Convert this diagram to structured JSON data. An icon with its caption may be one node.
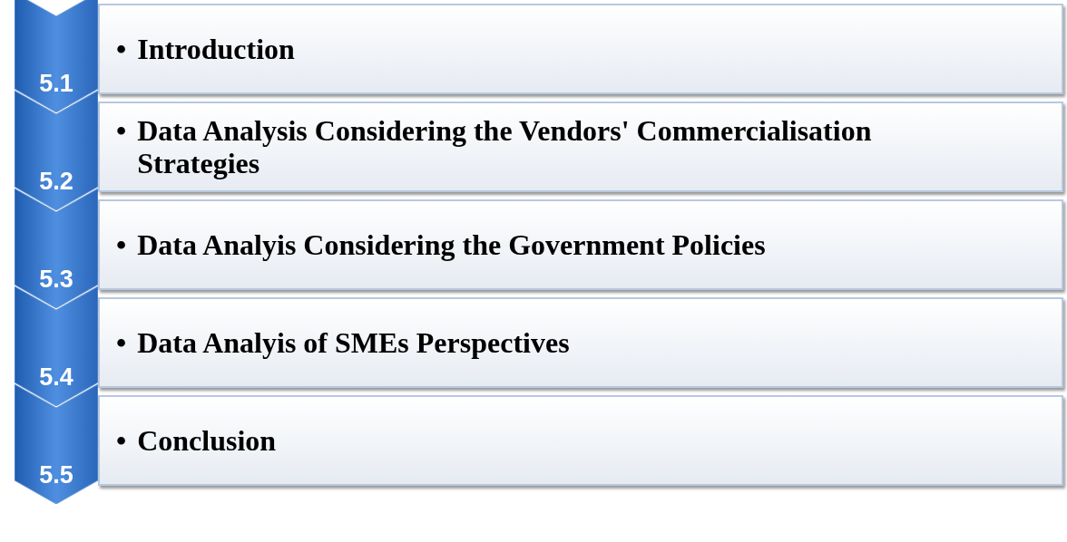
{
  "diagram": {
    "nodes": [
      {
        "text": [
          "5.1"
        ]
      },
      {
        "text": [
          "•",
          "Introduction"
        ]
      },
      {
        "text": [
          "5.2"
        ]
      },
      {
        "text": [
          "•",
          "Data Analysis Considering the Vendors' Commercialisation Strategies"
        ]
      },
      {
        "text": [
          "5.3"
        ]
      },
      {
        "text": [
          "•",
          "Data Analyis Considering the Government Policies"
        ]
      },
      {
        "text": [
          "5.4"
        ]
      },
      {
        "text": [
          "•",
          "Data Analyis of SMEs Perspectives"
        ]
      },
      {
        "text": [
          "5.5"
        ]
      },
      {
        "text": [
          "•",
          "Conclusion"
        ]
      }
    ]
  }
}
